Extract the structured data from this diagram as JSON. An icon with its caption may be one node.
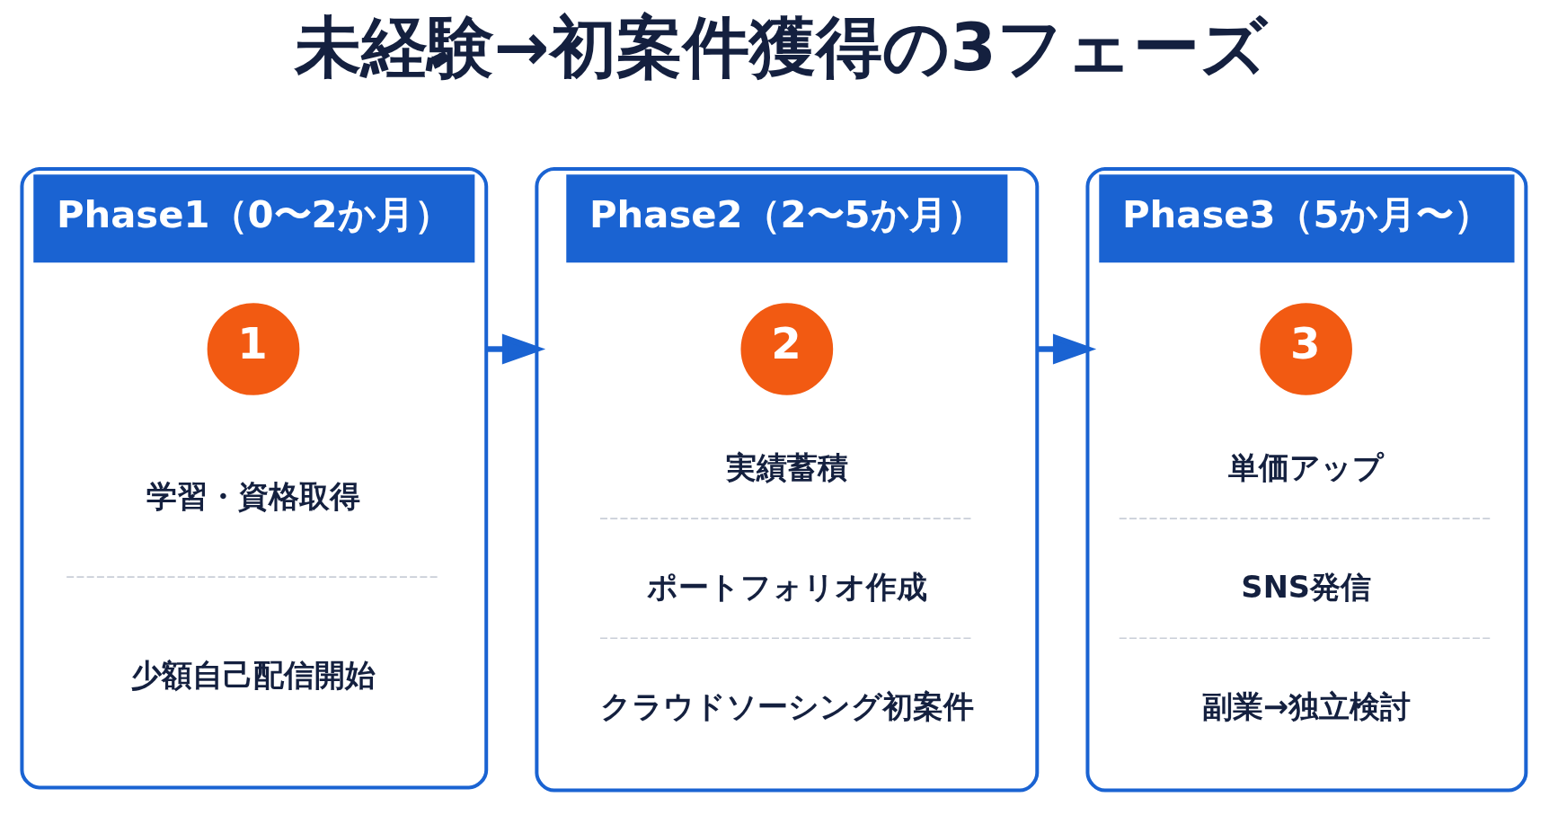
{
  "diagram": {
    "title": "未経験→初案件獲得の3フェーズ",
    "nodes": [
      {
        "text": [
          "Phase1（0〜2か月）"
        ]
      },
      {
        "text": [
          "1"
        ],
        "in": 0
      },
      {
        "text": [
          "学習・資格取得"
        ],
        "in": 0
      },
      {
        "text": [
          "少額自己配信開始"
        ],
        "in": 0
      },
      {
        "text": [
          "Phase2（2〜5か月）"
        ]
      },
      {
        "text": [
          "2"
        ],
        "in": 4
      },
      {
        "text": [
          "実績蓄積"
        ],
        "in": 4
      },
      {
        "text": [
          "ポートフォリオ作成"
        ],
        "in": 4
      },
      {
        "text": [
          "クラウドソーシング初案件"
        ],
        "in": 4
      },
      {
        "text": [
          "Phase3（5か月〜）"
        ]
      },
      {
        "text": [
          "3"
        ],
        "in": 9
      },
      {
        "text": [
          "単価アップ"
        ],
        "in": 9
      },
      {
        "text": [
          "SNS発信"
        ],
        "in": 9
      },
      {
        "text": [
          "副業→独立検討"
        ],
        "in": 9
      }
    ],
    "edges": [
      {
        "from": 0,
        "to": 4,
        "arrow": "to"
      },
      {
        "from": 4,
        "to": 9,
        "arrow": "to"
      }
    ]
  }
}
